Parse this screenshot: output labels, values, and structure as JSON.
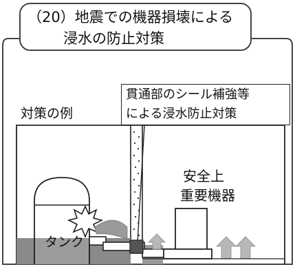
{
  "title": {
    "line1": "（20）地震での機器損壊による",
    "line2": "浸水の防止対策"
  },
  "callout": {
    "line1": "貫通部のシール補強等",
    "line2": "による浸水防止対策"
  },
  "example_label": "対策の例",
  "equipment_label": {
    "line1": "安全上",
    "line2": "重要機器"
  },
  "tank_label": "タンク",
  "icons": [
    "burst-icon",
    "water-spray-icon",
    "water-flow-arrow-icon",
    "penetration-seal-icon"
  ],
  "colors": {
    "water": "#8a8a8a",
    "spray": "#9a9a9a",
    "outline": "#222222",
    "background": "#ffffff"
  }
}
